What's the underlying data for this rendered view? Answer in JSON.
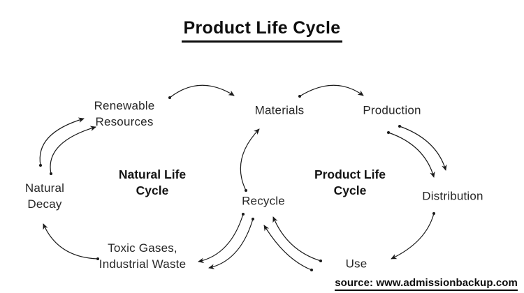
{
  "title": "Product Life Cycle",
  "source": {
    "text": "source: www.admissionbackup.com"
  },
  "cycles": {
    "natural": {
      "lines": [
        "Natural Life",
        "Cycle"
      ]
    },
    "product": {
      "lines": [
        "Product Life",
        "Cycle"
      ]
    }
  },
  "nodes": {
    "renewable_resources": {
      "lines": [
        "Renewable",
        "Resources"
      ]
    },
    "materials": {
      "lines": [
        "Materials"
      ]
    },
    "production": {
      "lines": [
        "Production"
      ]
    },
    "distribution": {
      "lines": [
        "Distribution"
      ]
    },
    "use": {
      "lines": [
        "Use"
      ]
    },
    "recycle": {
      "lines": [
        "Recycle"
      ]
    },
    "toxic_waste": {
      "lines": [
        "Toxic Gases,",
        "Industrial Waste"
      ]
    },
    "natural_decay": {
      "lines": [
        "Natural",
        "Decay"
      ]
    }
  },
  "edges": [
    {
      "from": "Natural Decay",
      "to": "Renewable Resources",
      "arrow_count": 2
    },
    {
      "from": "Renewable Resources",
      "to": "Materials",
      "arrow_count": 1
    },
    {
      "from": "Materials",
      "to": "Production",
      "arrow_count": 1
    },
    {
      "from": "Production",
      "to": "Distribution",
      "arrow_count": 2
    },
    {
      "from": "Distribution",
      "to": "Use",
      "arrow_count": 1
    },
    {
      "from": "Use",
      "to": "Recycle",
      "arrow_count": 2
    },
    {
      "from": "Recycle",
      "to": "Materials",
      "arrow_count": 1
    },
    {
      "from": "Recycle",
      "to": "Toxic Gases, Industrial Waste",
      "arrow_count": 2
    },
    {
      "from": "Toxic Gases, Industrial Waste",
      "to": "Natural Decay",
      "arrow_count": 1
    }
  ],
  "colors": {
    "background": "#ffffff",
    "text": "#262626",
    "bold_text": "#0d0d0d",
    "arrow": "#1a1a1a"
  }
}
